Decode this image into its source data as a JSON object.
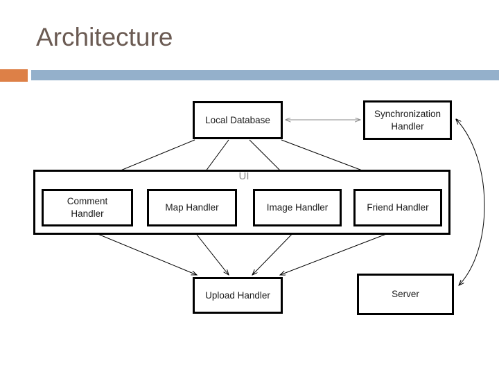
{
  "slide": {
    "title": "Architecture",
    "accent_orange": "#dd8047",
    "accent_blue": "#94b0cb",
    "title_color": "#6b5b53"
  },
  "diagram": {
    "type": "block-architecture-diagram",
    "group_label": "UI",
    "nodes": [
      {
        "id": "local-database",
        "label": "Local Database"
      },
      {
        "id": "sync-handler",
        "label": "Synchronization\nHandler"
      },
      {
        "id": "comment-handler",
        "label": "Comment\nHandler"
      },
      {
        "id": "map-handler",
        "label": "Map Handler"
      },
      {
        "id": "image-handler",
        "label": "Image Handler"
      },
      {
        "id": "friend-handler",
        "label": "Friend Handler"
      },
      {
        "id": "upload-handler",
        "label": "Upload Handler"
      },
      {
        "id": "server",
        "label": "Server"
      }
    ],
    "edges": [
      {
        "from": "local-database",
        "to": "sync-handler",
        "style": "double-arrow-gray"
      },
      {
        "from": "local-database",
        "to": "comment-handler",
        "style": "arrow"
      },
      {
        "from": "local-database",
        "to": "map-handler",
        "style": "arrow"
      },
      {
        "from": "local-database",
        "to": "image-handler",
        "style": "arrow"
      },
      {
        "from": "local-database",
        "to": "friend-handler",
        "style": "arrow"
      },
      {
        "from": "comment-handler",
        "to": "upload-handler",
        "style": "arrow"
      },
      {
        "from": "map-handler",
        "to": "upload-handler",
        "style": "arrow"
      },
      {
        "from": "image-handler",
        "to": "upload-handler",
        "style": "arrow"
      },
      {
        "from": "friend-handler",
        "to": "upload-handler",
        "style": "arrow"
      },
      {
        "from": "sync-handler",
        "to": "server",
        "style": "curved-double-arrow"
      }
    ]
  }
}
